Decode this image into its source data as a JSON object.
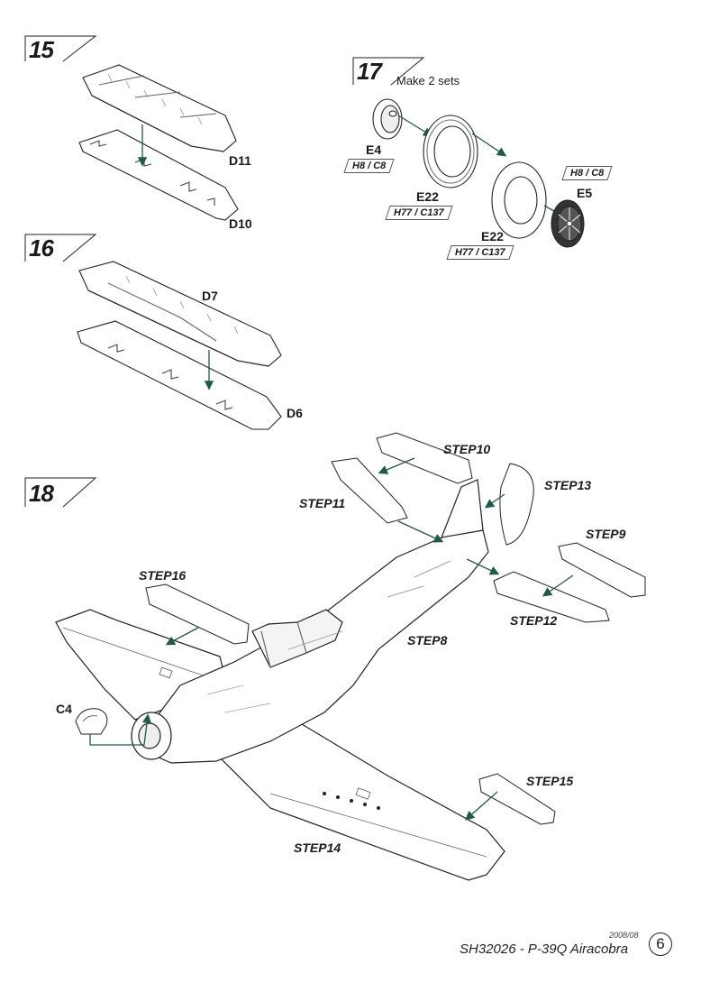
{
  "steps": [
    {
      "number": "15"
    },
    {
      "number": "16"
    },
    {
      "number": "17",
      "note": "Make 2 sets"
    },
    {
      "number": "18"
    }
  ],
  "parts": {
    "D11": "D11",
    "D10": "D10",
    "D7": "D7",
    "D6": "D6",
    "E4": "E4",
    "E22a": "E22",
    "E22b": "E22",
    "E5": "E5",
    "C4": "C4"
  },
  "refs": {
    "e4": "H8 / C8",
    "e22a": "H77 / C137",
    "e22b": "H77 / C137",
    "e5": "H8 / C8"
  },
  "callouts": {
    "step10": "STEP10",
    "step11": "STEP11",
    "step13": "STEP13",
    "step9": "STEP9",
    "step16": "STEP16",
    "step12": "STEP12",
    "step8": "STEP8",
    "step15": "STEP15",
    "step14": "STEP14"
  },
  "footer": {
    "date": "2008/08",
    "title": "SH32026 - P-39Q Airacobra",
    "page": "6"
  }
}
